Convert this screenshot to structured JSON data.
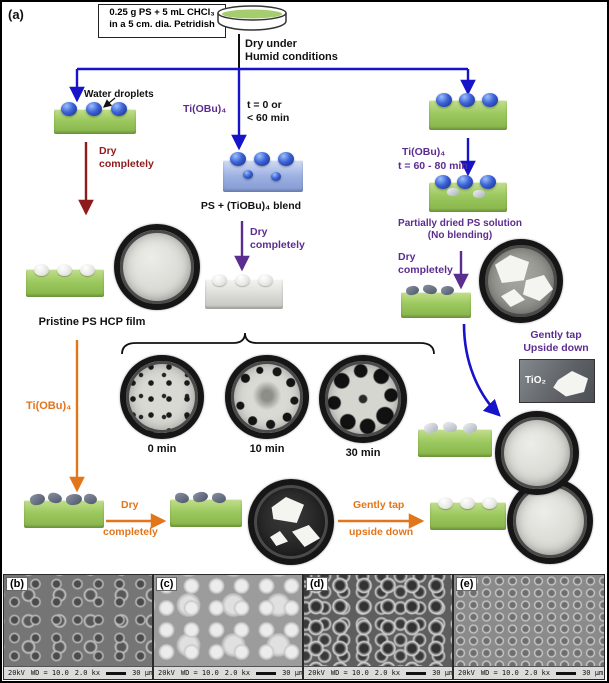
{
  "accents": {
    "arrow_blue": "#1713c9",
    "text_purple": "#5c2d91",
    "text_dark_red": "#8e1b1b",
    "text_orange": "#e2761b",
    "substrate_green": "#9cc95f"
  },
  "panel_a": {
    "label": "(a)",
    "solution_box": {
      "line1": "0.25 g PS + 5 mL CHCl₃",
      "line2": "in a 5 cm. dia. Petridish"
    },
    "dry_humid": "Dry under\nHumid conditions",
    "left": {
      "water_droplets": "Water droplets",
      "dry_completely": "Dry\ncompletely",
      "pristine_label": "Pristine PS HCP film",
      "tiobu": "Ti(OBu)₄",
      "dry_word": "Dry",
      "completely_word": "completely",
      "gently_tap": "Gently tap",
      "upside_down": "upside down"
    },
    "center": {
      "tiobu": "Ti(OBu)₄",
      "time": "t = 0 or\n< 60 min",
      "blend_label": "PS + (TiOBu)₄ blend",
      "dry_completely": "Dry\ncompletely",
      "dish_labels": [
        "0 min",
        "10 min",
        "30 min"
      ]
    },
    "right": {
      "tiobu": "Ti(OBu)₄",
      "time": "t = 60 - 80  min",
      "partial_label": "Partially dried PS solution\n(No blending)",
      "dry_completely": "Dry\ncompletely",
      "gently_tap": "Gently tap\nUpside down",
      "tio2": "TiO₂"
    }
  },
  "sem_panels": [
    {
      "label": "(b)",
      "kv": "20kV",
      "wd": "WD = 10.0",
      "mag": "2.0 kx",
      "scale": "30 μm"
    },
    {
      "label": "(c)",
      "kv": "20kV",
      "wd": "WD = 10.0",
      "mag": "2.0 kx",
      "scale": "30 μm"
    },
    {
      "label": "(d)",
      "kv": "20kV",
      "wd": "WD = 10.0",
      "mag": "2.0 kx",
      "scale": "30 μm"
    },
    {
      "label": "(e)",
      "kv": "20kV",
      "wd": "WD = 10.0",
      "mag": "2.0 kx",
      "scale": "30 μm"
    }
  ]
}
